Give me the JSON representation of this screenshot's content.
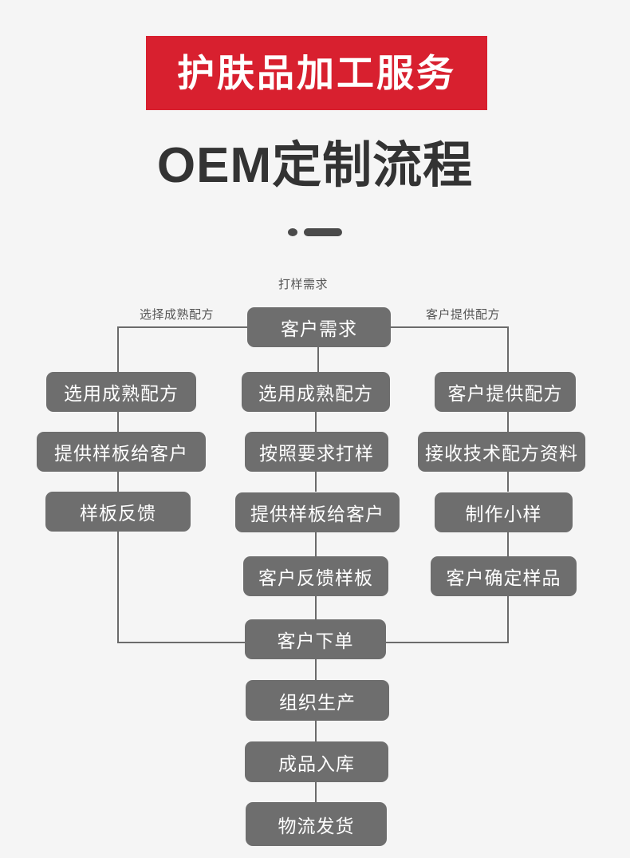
{
  "header": {
    "banner_text": "护肤品加工服务",
    "banner_color": "#d8202f",
    "title": "OEM定制流程",
    "title_color": "#333333",
    "divider_color": "#4a4a4a"
  },
  "flowchart": {
    "node_color": "#6e6e6e",
    "node_text_color": "#ffffff",
    "line_color": "#6b6b6b",
    "background": "#f5f5f5",
    "edge_labels": {
      "top": "打样需求",
      "left": "选择成熟配方",
      "right": "客户提供配方"
    },
    "root": "客户需求",
    "columns": {
      "left": [
        "选用成熟配方",
        "提供样板给客户",
        "样板反馈"
      ],
      "middle": [
        "选用成熟配方",
        "按照要求打样",
        "提供样板给客户",
        "客户反馈样板"
      ],
      "right": [
        "客户提供配方",
        "接收技术配方资料",
        "制作小样",
        "客户确定样品"
      ]
    },
    "tail": [
      "客户下单",
      "组织生产",
      "成品入库",
      "物流发货"
    ]
  }
}
